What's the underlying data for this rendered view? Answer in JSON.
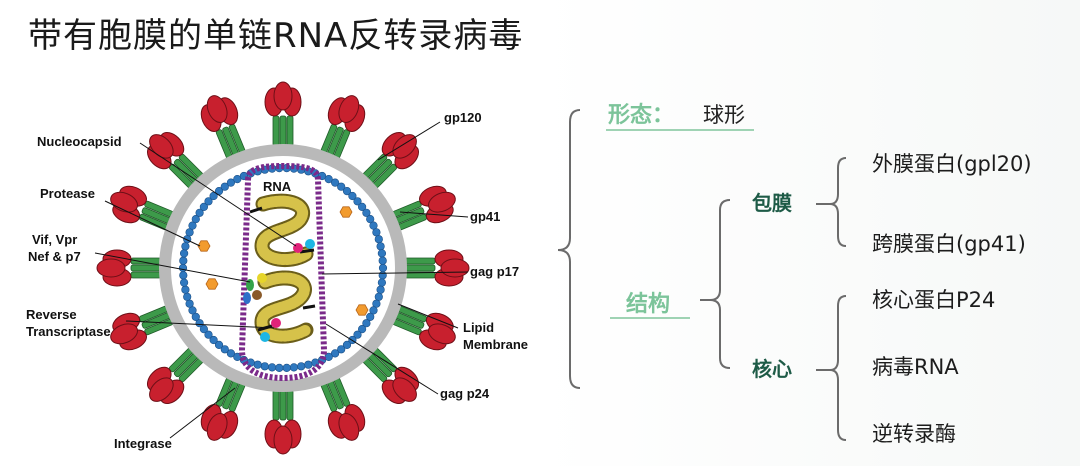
{
  "title": "带有胞膜的单链RNA反转录病毒",
  "diagram": {
    "rna_label": "RNA",
    "labels": {
      "nucleocapsid": "Nucleocapsid",
      "protease": "Protease",
      "vif_line1": "Vif, Vpr",
      "vif_line2": "Nef & p7",
      "rt_line1": "Reverse",
      "rt_line2": "Transcriptase",
      "integrase": "Integrase",
      "gp120": "gp120",
      "gp41": "gp41",
      "gag_p17": "gag p17",
      "lipid_line1": "Lipid",
      "lipid_line2": "Membrane",
      "gag_p24": "gag p24"
    },
    "colors": {
      "envelope_gray": "#b9b9b9",
      "bead_blue": "#2f78bf",
      "capsid_purple": "#7a2a8a",
      "rna_yellow": "#c9b43a",
      "gp120_red": "#c8202e",
      "gp41_green": "#3d9a4a",
      "protease_orange": "#f29b2e"
    }
  },
  "tree": {
    "morphology_label": "形态：",
    "morphology_value": "球形",
    "structure_label": "结构",
    "envelope_label": "包膜",
    "core_label": "核心",
    "envelope_items": [
      "外膜蛋白(gpl20)",
      "跨膜蛋白(gp41)"
    ],
    "core_items": [
      "核心蛋白P24",
      "病毒RNA",
      "逆转录酶"
    ],
    "colors": {
      "accent_green": "#7cc49a",
      "dark_green": "#1e5b47",
      "bracket_gray": "#6b6b6b"
    }
  }
}
